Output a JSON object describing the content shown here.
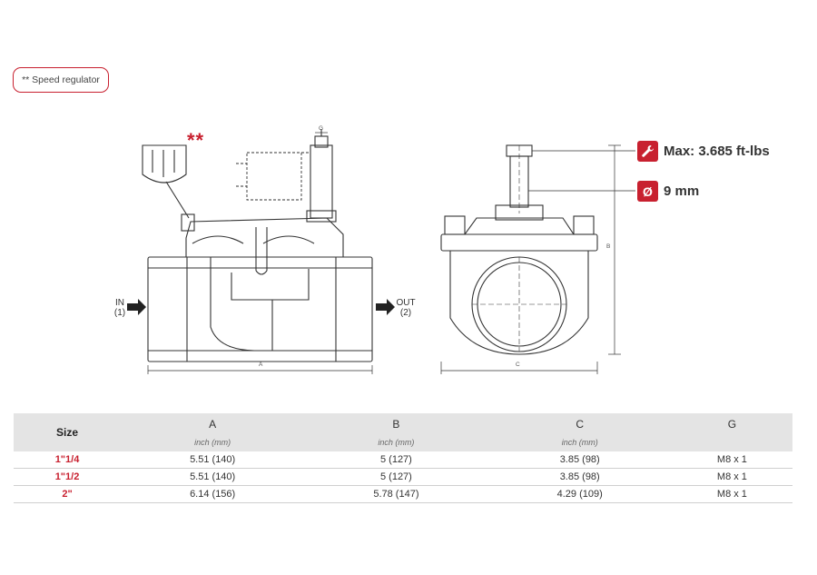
{
  "badge": {
    "text": "** Speed regulator"
  },
  "drawing": {
    "asterisks": "**",
    "inlet": {
      "label": "IN",
      "port": "(1)"
    },
    "outlet": {
      "label": "OUT",
      "port": "(2)"
    },
    "dims": {
      "a": "A",
      "b": "B",
      "c": "C",
      "g": "G"
    },
    "torque_text": "Max: 3.685 ft-lbs",
    "wrench_icon": "wrench-icon",
    "diameter_symbol": "Ø",
    "diameter_text": "9 mm",
    "accent_color": "#c8202f"
  },
  "table": {
    "headers": {
      "size": "Size",
      "cols": [
        {
          "name": "A",
          "unit": "inch (mm)"
        },
        {
          "name": "B",
          "unit": "inch (mm)"
        },
        {
          "name": "C",
          "unit": "inch (mm)"
        },
        {
          "name": "G",
          "unit": ""
        }
      ]
    },
    "rows": [
      {
        "size": "1\"1/4",
        "a": "5.51 (140)",
        "b": "5 (127)",
        "c": "3.85 (98)",
        "g": "M8 x 1"
      },
      {
        "size": "1\"1/2",
        "a": "5.51 (140)",
        "b": "5 (127)",
        "c": "3.85 (98)",
        "g": "M8 x 1"
      },
      {
        "size": "2\"",
        "a": "6.14 (156)",
        "b": "5.78 (147)",
        "c": "4.29 (109)",
        "g": "M8 x 1"
      }
    ]
  }
}
